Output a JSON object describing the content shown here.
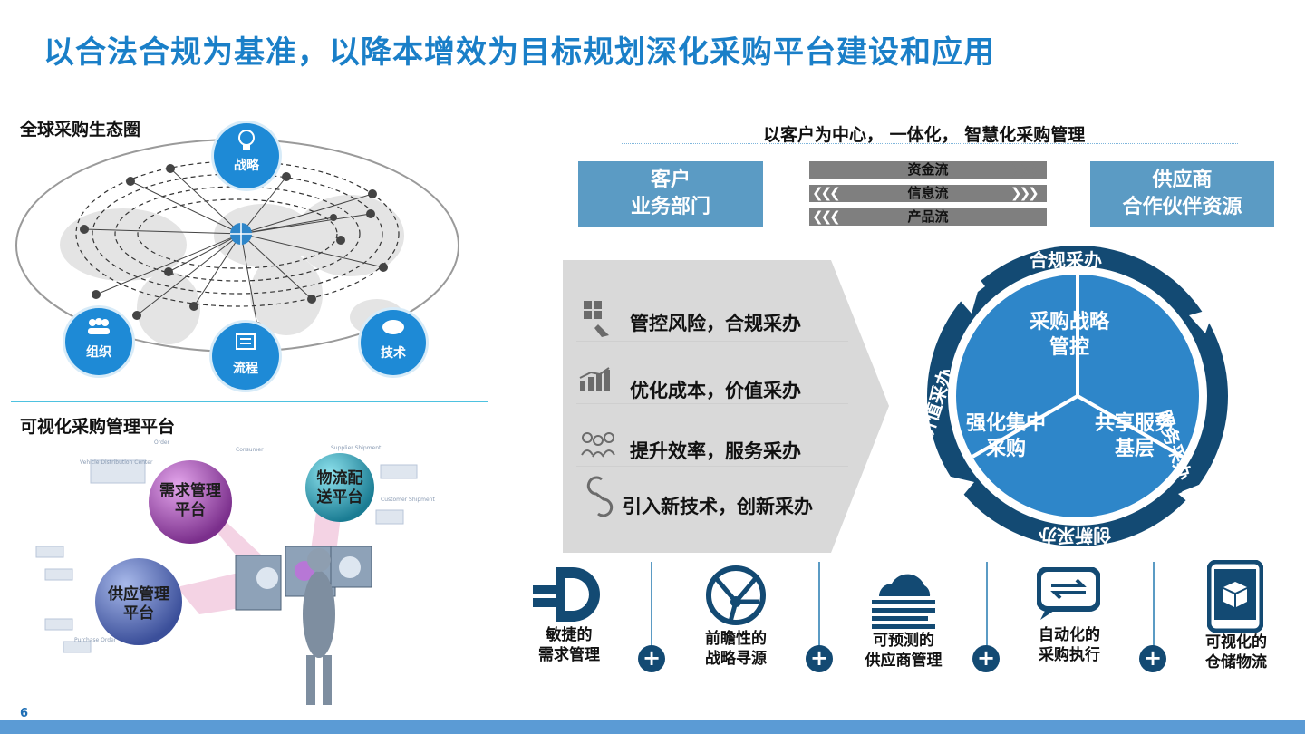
{
  "title": "以合法合规为基准，以降本增效为目标规划深化采购平台建设和应用",
  "page_number": "6",
  "left_top": {
    "label": "全球采购生态圈",
    "nodes": {
      "strategy": "战略",
      "org": "组织",
      "process": "流程",
      "tech": "技术"
    }
  },
  "left_bottom": {
    "label": "可视化采购管理平台",
    "demand_platform": "需求管理平台",
    "logistics_platform": "物流配送平台",
    "supplier_platform": "供应管理平台"
  },
  "right_top": {
    "heading": "以客户为中心，  一体化，  智慧化采购管理",
    "left_box": [
      "客户",
      "业务部门"
    ],
    "right_box": [
      "供应商",
      "合作伙伴资源"
    ],
    "flows": [
      "资金流",
      "信息流",
      "产品流"
    ]
  },
  "panel_items": [
    {
      "icon": "control-risk-icon",
      "text": "管控风险，合规采办"
    },
    {
      "icon": "cost-chart-icon",
      "text": "优化成本，价值采办"
    },
    {
      "icon": "people-icon",
      "text": "提升效率，服务采办"
    },
    {
      "icon": "link-icon",
      "text": "引入新技术，创新采办"
    }
  ],
  "wheel": {
    "outer": {
      "top": "合规采办",
      "right": "服务采办",
      "bottom": "创新采办",
      "left": "价值采办"
    },
    "inner": {
      "top": "采购战略管控",
      "left": "强化集中采购",
      "right": "共享服务基层"
    }
  },
  "bottom_icons": [
    {
      "icon": "plug-icon",
      "line1": "敏捷的",
      "line2": "需求管理"
    },
    {
      "icon": "globe-network-icon",
      "line1": "前瞻性的",
      "line2": "战略寻源"
    },
    {
      "icon": "cloud-icon",
      "line1": "可预测的",
      "line2": "供应商管理"
    },
    {
      "icon": "sync-chat-icon",
      "line1": "自动化的",
      "line2": "采购执行"
    },
    {
      "icon": "tablet-box-icon",
      "line1": "可视化的",
      "line2": "仓储物流"
    }
  ],
  "colors": {
    "title": "#1a7fc8",
    "accent_blue": "#2e86c9",
    "dark_navy": "#134a73",
    "box_blue": "#5b9bc4",
    "panel_gray": "#d9d9d9"
  }
}
